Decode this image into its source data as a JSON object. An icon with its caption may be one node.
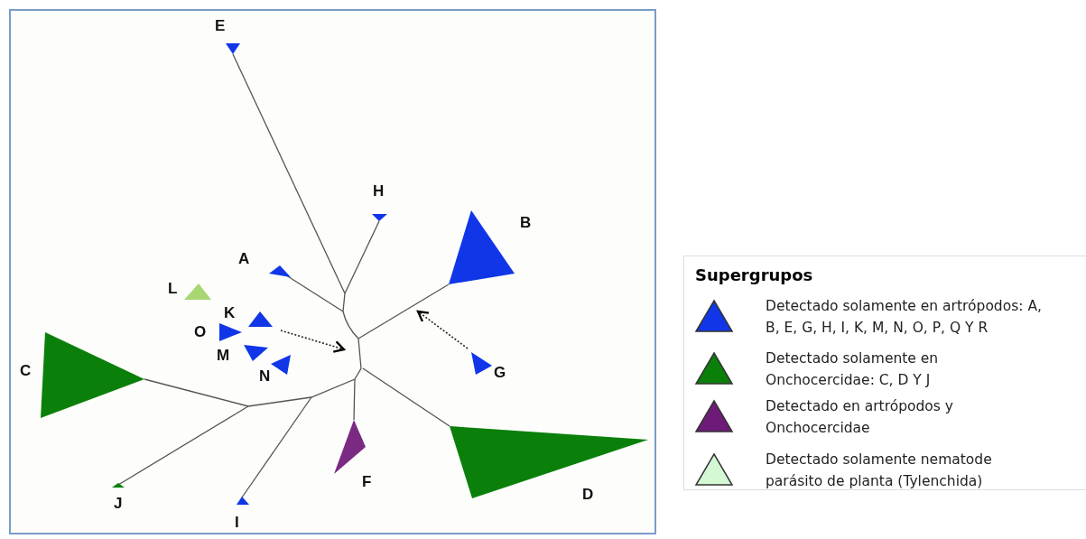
{
  "diagram": {
    "nodes": [
      {
        "text": [],
        "shape": "triangle",
        "beside": [
          "E"
        ]
      },
      {
        "text": [],
        "shape": "triangle",
        "beside": [
          "H"
        ]
      },
      {
        "text": [],
        "shape": "triangle",
        "beside": [
          "B"
        ]
      },
      {
        "text": [],
        "shape": "triangle",
        "beside": [
          "A"
        ]
      },
      {
        "text": [],
        "shape": "triangle",
        "beside": [
          "L"
        ]
      },
      {
        "text": [],
        "shape": "triangle",
        "beside": [
          "K"
        ]
      },
      {
        "text": [],
        "shape": "triangle",
        "beside": [
          "O"
        ]
      },
      {
        "text": [],
        "shape": "triangle",
        "beside": [
          "G"
        ]
      },
      {
        "text": [],
        "shape": "triangle",
        "beside": [
          "M"
        ]
      },
      {
        "text": [],
        "shape": "triangle",
        "beside": [
          "N"
        ]
      },
      {
        "text": [],
        "shape": "triangle",
        "beside": [
          "C"
        ]
      },
      {
        "text": [],
        "shape": "triangle",
        "beside": [
          "F"
        ]
      },
      {
        "text": [],
        "shape": "triangle",
        "beside": [
          "D"
        ]
      },
      {
        "text": [],
        "shape": "triangle",
        "beside": [
          "J"
        ]
      },
      {
        "text": [],
        "shape": "triangle",
        "beside": [
          "I"
        ]
      }
    ],
    "edges": [
      {
        "from": 0,
        "to": null,
        "arrow": "none"
      },
      {
        "from": 1,
        "to": null,
        "arrow": "none"
      },
      {
        "from": 3,
        "to": null,
        "arrow": "none"
      },
      {
        "from": 2,
        "to": null,
        "arrow": "none"
      },
      {
        "from": 10,
        "to": null,
        "arrow": "none"
      },
      {
        "from": 13,
        "to": null,
        "arrow": "none"
      },
      {
        "from": 14,
        "to": null,
        "arrow": "none"
      },
      {
        "from": 11,
        "to": null,
        "arrow": "none"
      },
      {
        "from": 12,
        "to": null,
        "arrow": "none"
      },
      {
        "from": 5,
        "to": null,
        "arrow": "to",
        "style": "dashed"
      },
      {
        "from": 7,
        "to": null,
        "arrow": "to",
        "style": "dashed"
      }
    ],
    "labels": [
      "Supergrupos"
    ],
    "legend": [
      {
        "text": "Detectado solamente en artrópodos: A, B, E, G, H, I, K, M, N, O, P, Q Y R",
        "color": "#1036e8"
      },
      {
        "text": "Detectado solamente en Onchocercidae: C, D Y J",
        "color": "#0a800a"
      },
      {
        "text": "Detectado en artrópodos y Onchocercidae",
        "color": "#6e1a78"
      },
      {
        "text": "Detectado solamente nematode parásito de planta (Tylenchida)",
        "color": "#d4f7d4"
      }
    ]
  }
}
